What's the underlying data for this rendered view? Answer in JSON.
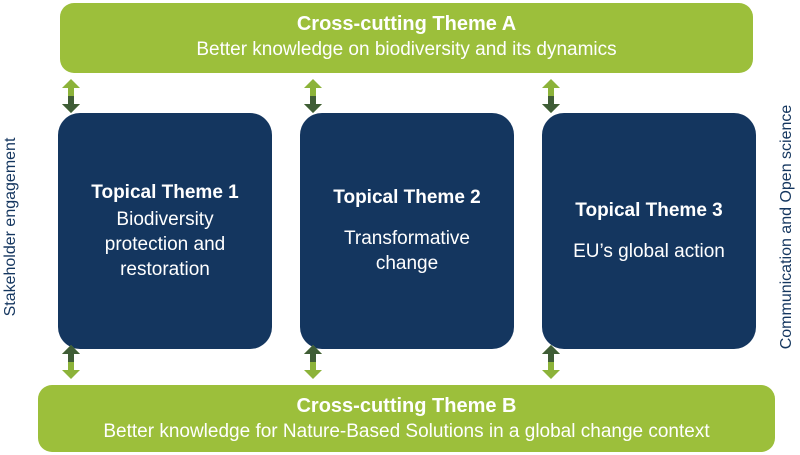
{
  "theme_a": {
    "title": "Cross-cutting Theme A",
    "subtitle": "Better knowledge on biodiversity and its dynamics"
  },
  "theme_b": {
    "title": "Cross-cutting Theme B",
    "subtitle": "Better knowledge for Nature-Based Solutions in a global change context"
  },
  "topical_themes": [
    {
      "title": "Topical Theme 1",
      "lines": [
        "Biodiversity",
        "protection and",
        "restoration"
      ]
    },
    {
      "title": "Topical Theme 2",
      "lines": [
        "Transformative",
        "change"
      ]
    },
    {
      "title": "Topical Theme 3",
      "lines": [
        "EU’s global action"
      ]
    }
  ],
  "side_labels": {
    "left": "Stakeholder engagement",
    "right": "Communication and Open science"
  },
  "colors": {
    "band_green": "#9cbf3b",
    "box_navy": "#14365f",
    "arrow_green": "#8cb33a",
    "arrow_dark": "#3f5d36",
    "label_navy": "#14365f"
  },
  "icons": {
    "connector": "double-headed-vertical-arrow"
  }
}
